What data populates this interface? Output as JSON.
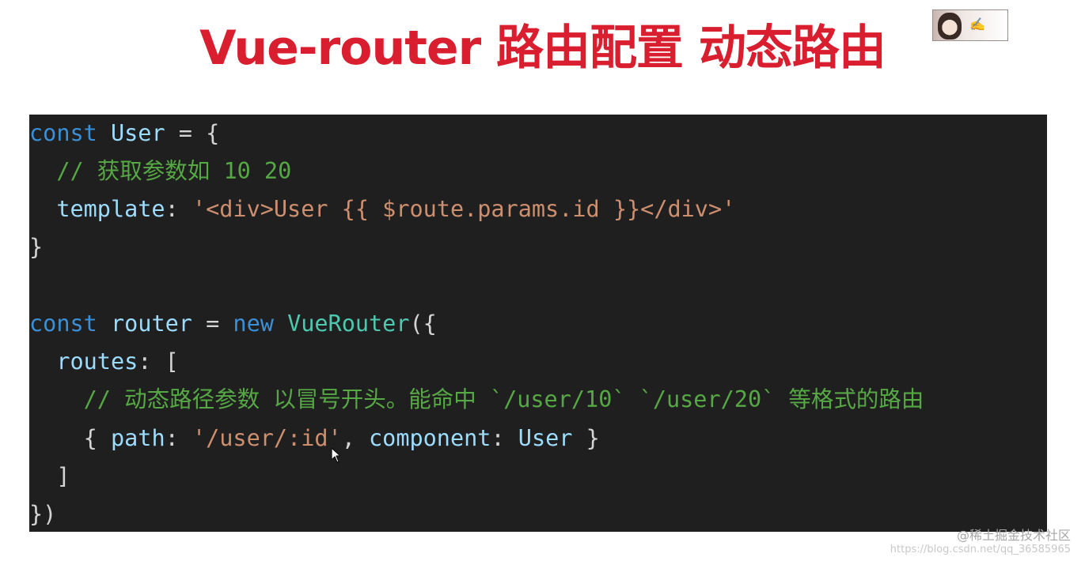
{
  "slide": {
    "title": "Vue-router 路由配置 动态路由"
  },
  "code": {
    "line1": {
      "kw": "const",
      "var": "User",
      "rest": " = {"
    },
    "line2": {
      "comment": "  // 获取参数如 10 20"
    },
    "line3": {
      "indent": "  ",
      "prop": "template",
      "colon": ": ",
      "str": "'<div>User {{ $route.params.id }}</div>'"
    },
    "line4": {
      "text": "}"
    },
    "line6": {
      "kw": "const",
      "var": "router",
      "eq": " = ",
      "kw2": "new",
      "cls": "VueRouter",
      "rest": "({"
    },
    "line7": {
      "indent": "  ",
      "prop": "routes",
      "rest": ": ["
    },
    "line8": {
      "comment": "    // 动态路径参数 以冒号开头。能命中 `/user/10` `/user/20` 等格式的路由"
    },
    "line9": {
      "indent": "    ",
      "open": "{ ",
      "prop1": "path",
      "colon1": ": ",
      "str": "'/user/:id'",
      "comma": ", ",
      "prop2": "component",
      "colon2": ": ",
      "var": "User",
      "close": " }"
    },
    "line10": {
      "text": "  ]"
    },
    "line11": {
      "text": "})"
    }
  },
  "watermark": {
    "site": "@稀土掘金技术社区",
    "url": "https://blog.csdn.net/qq_36585965"
  },
  "icons": {
    "avatar_logo": "avatar-logo",
    "mouse_cursor": "cursor-arrow-icon"
  },
  "colors": {
    "title": "#d91f2f",
    "code_background": "#1f1f1f",
    "keyword": "#3b8fd6",
    "identifier": "#9cdcfe",
    "string": "#ce8f6f",
    "comment": "#56a845",
    "class": "#4ec9b0"
  }
}
